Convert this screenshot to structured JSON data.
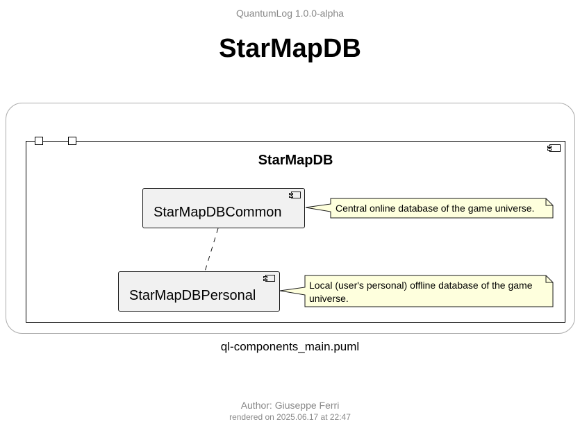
{
  "header": {
    "version_text": "QuantumLog 1.0.0-alpha"
  },
  "diagram": {
    "title": "StarMapDB",
    "package": {
      "label": "StarMapDB"
    },
    "components": [
      {
        "id": "common",
        "label": "StarMapDBCommon"
      },
      {
        "id": "personal",
        "label": "StarMapDBPersonal"
      }
    ],
    "notes": [
      {
        "target": "common",
        "text": "Central online database of the game universe."
      },
      {
        "target": "personal",
        "line1": "Local (user's personal) offline database of the game",
        "line2": "universe."
      }
    ],
    "links": [
      {
        "from": "common",
        "to": "personal",
        "style": "dashed"
      }
    ],
    "colors": {
      "component_fill": "#f1f1f1",
      "note_fill": "#feffdd",
      "note_border": "#181818",
      "frame_border": "#aaaaaa",
      "meta_text": "#888888"
    }
  },
  "caption": "ql-components_main.puml",
  "footer": {
    "author": "Author: Giuseppe Ferri",
    "rendered": "rendered on 2025.06.17 at 22:47"
  }
}
